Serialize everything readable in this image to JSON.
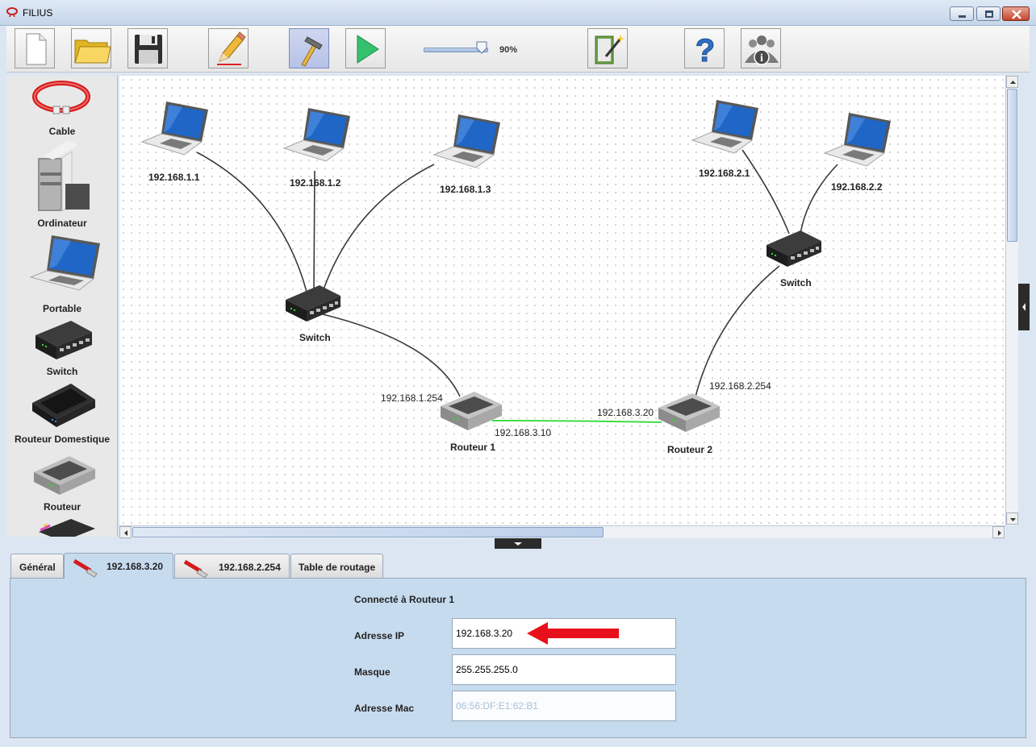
{
  "window": {
    "title": "FILIUS"
  },
  "toolbar": {
    "zoom_value": 0.9,
    "zoom_label": "90%",
    "buttons": [
      "new-file-icon",
      "open-folder-icon",
      "save-disk-icon",
      "pencil-icon",
      "hammer-icon",
      "play-icon",
      "wizard-icon",
      "help-icon",
      "info-icon"
    ]
  },
  "palette": {
    "items": [
      {
        "label": "Cable"
      },
      {
        "label": "Ordinateur"
      },
      {
        "label": "Portable"
      },
      {
        "label": "Switch"
      },
      {
        "label": "Routeur Domestique"
      },
      {
        "label": "Routeur"
      }
    ]
  },
  "network": {
    "laptops": [
      "192.168.1.1",
      "192.168.1.2",
      "192.168.1.3",
      "192.168.2.1",
      "192.168.2.2"
    ],
    "switch1": "Switch",
    "switch2": "Switch",
    "router1": {
      "name": "Routeur 1",
      "if_lan": "192.168.1.254",
      "if_wan": "192.168.3.10"
    },
    "router2": {
      "name": "Routeur 2",
      "if_lan": "192.168.2.254",
      "if_wan": "192.168.3.20"
    }
  },
  "panel": {
    "tabs": [
      {
        "label": "Général",
        "active": false
      },
      {
        "label": "192.168.3.20",
        "active": true
      },
      {
        "label": "192.168.2.254",
        "active": false
      },
      {
        "label": "Table de routage",
        "active": false
      }
    ],
    "connected_to": "Connecté à Routeur 1",
    "ip_label": "Adresse IP",
    "ip_value": "192.168.3.20",
    "mask_label": "Masque",
    "mask_value": "255.255.255.0",
    "mac_label": "Adresse Mac",
    "mac_value": "06:56:DF:E1:62:B1"
  }
}
